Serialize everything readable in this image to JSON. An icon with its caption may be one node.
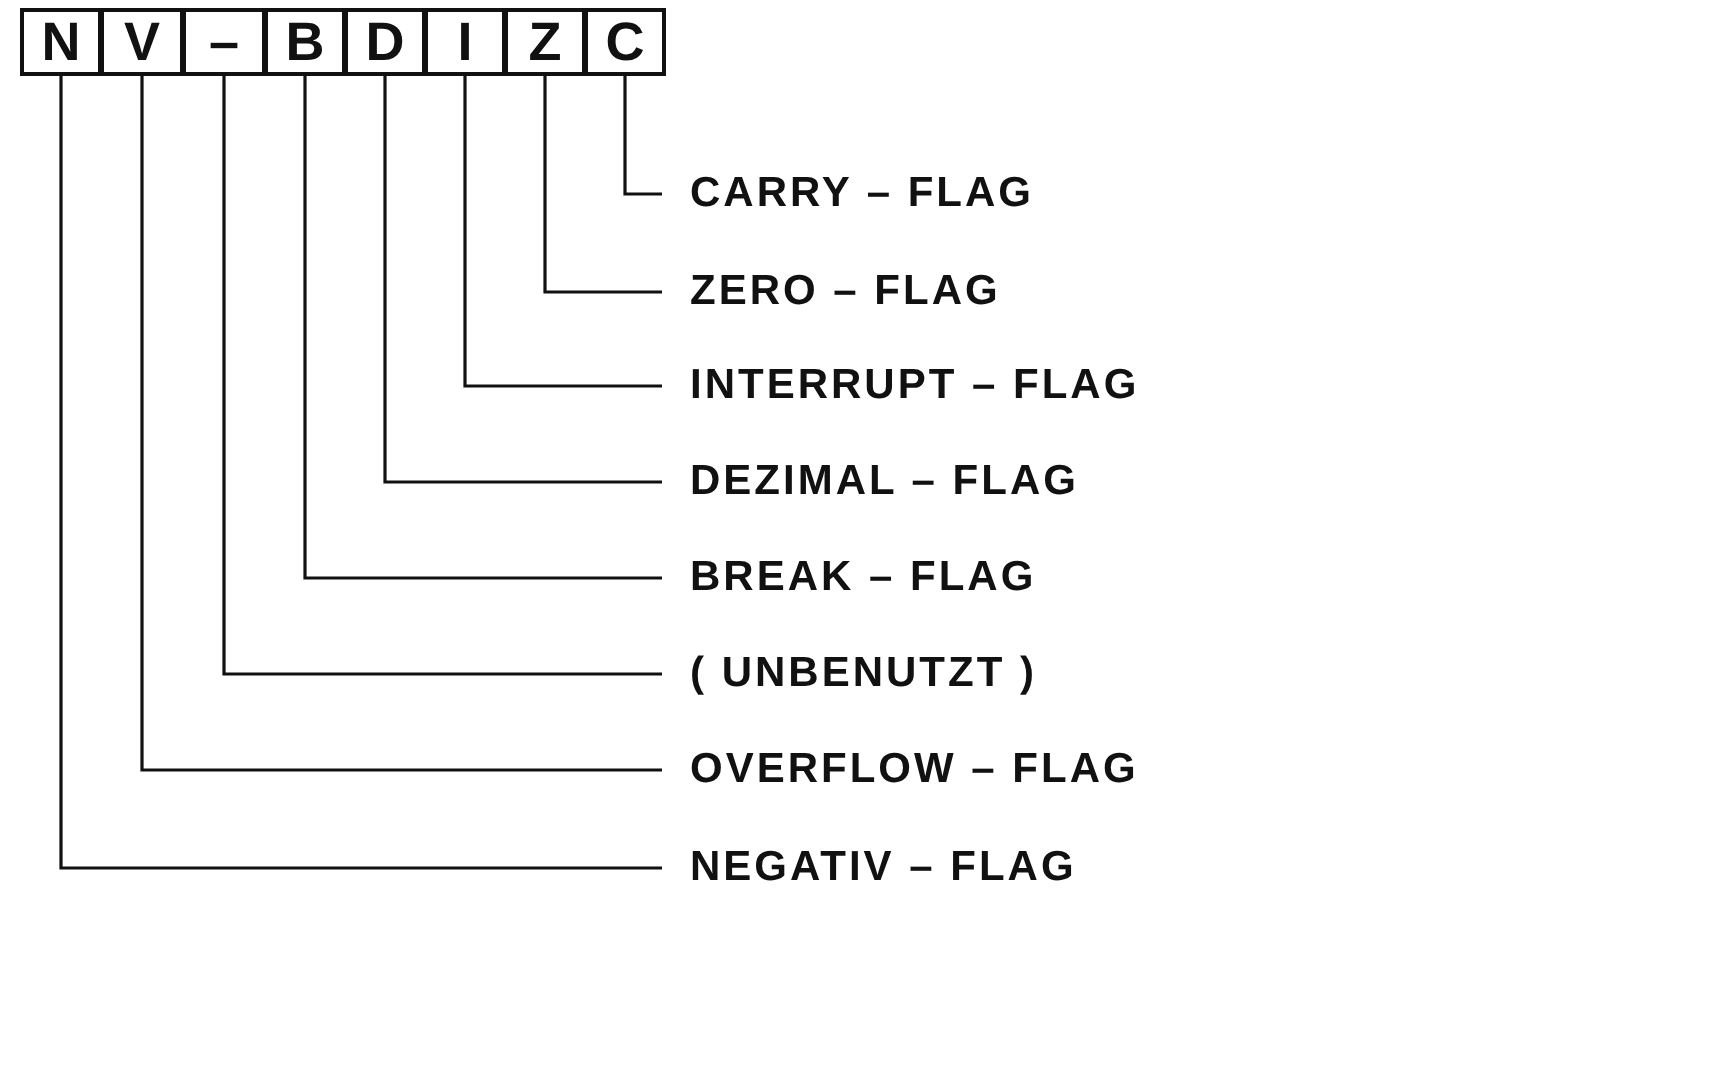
{
  "diagram": {
    "nodes": [
      {
        "text": [
          "N"
        ]
      },
      {
        "text": [
          "V"
        ]
      },
      {
        "text": [
          "–"
        ]
      },
      {
        "text": [
          "B"
        ]
      },
      {
        "text": [
          "D"
        ]
      },
      {
        "text": [
          "I"
        ]
      },
      {
        "text": [
          "Z"
        ]
      },
      {
        "text": [
          "C"
        ]
      },
      {
        "text": [
          "CARRY – FLAG"
        ]
      },
      {
        "text": [
          "ZERO – FLAG"
        ]
      },
      {
        "text": [
          "INTERRUPT – FLAG"
        ]
      },
      {
        "text": [
          "DEZIMAL – FLAG"
        ]
      },
      {
        "text": [
          "BREAK – FLAG"
        ]
      },
      {
        "text": [
          "( UNBENUTZT )"
        ]
      },
      {
        "text": [
          "OVERFLOW – FLAG"
        ]
      },
      {
        "text": [
          "NEGATIV – FLAG"
        ]
      }
    ],
    "edges": [
      {
        "from": 8,
        "to": 7,
        "arrow": "none"
      },
      {
        "from": 9,
        "to": 6,
        "arrow": "none"
      },
      {
        "from": 10,
        "to": 5,
        "arrow": "none"
      },
      {
        "from": 11,
        "to": 4,
        "arrow": "none"
      },
      {
        "from": 12,
        "to": 3,
        "arrow": "none"
      },
      {
        "from": 13,
        "to": 2,
        "arrow": "none"
      },
      {
        "from": 14,
        "to": 1,
        "arrow": "none"
      },
      {
        "from": 15,
        "to": 0,
        "arrow": "none"
      }
    ]
  }
}
